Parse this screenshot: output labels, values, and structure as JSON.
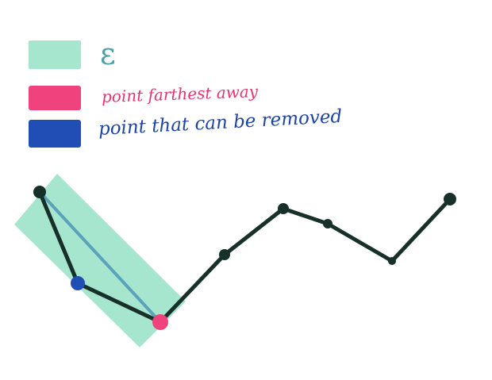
{
  "legend": {
    "epsilon": {
      "label": "ε",
      "color": "#a6e6cf",
      "text_color": "#4aa1a8"
    },
    "farthest_point": {
      "label": "point farthest away",
      "color": "#f0437d",
      "text_color": "#e8336f"
    },
    "removable_point": {
      "label": "point that can be removed",
      "color": "#1f4fb4",
      "text_color": "#1c44a6"
    }
  },
  "colors": {
    "polyline": "#17302a",
    "node": "#17302a",
    "simplification_segment": "#5aa3b8",
    "epsilon_band": "#a6e6cf"
  }
}
